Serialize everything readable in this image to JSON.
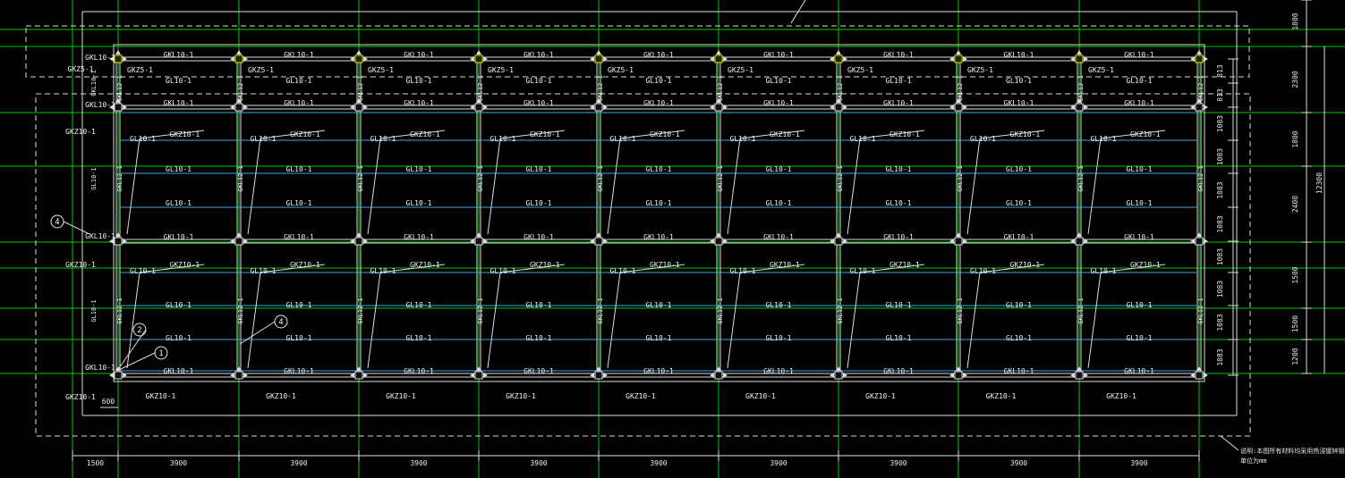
{
  "labels": {
    "beam_main": "GKL10-1",
    "beam_secondary": "GL10-1",
    "column_main": "GKZ10-1",
    "column_edge": "GKZ5-1",
    "vertical_beam": "GKL12-1",
    "vertical_beam_top": "GKL12-1",
    "side_beam": "GL10-1",
    "note_line1": "说明:本图所有材料均采用热浸镀锌钢材,具体做法详见设计说明",
    "note_line2": "单位为mm"
  },
  "callouts": [
    "4",
    "2",
    "1",
    "4"
  ],
  "dimensions": {
    "bottom": [
      "1500",
      "3900",
      "3900",
      "3900",
      "3900",
      "3900",
      "3900",
      "3900",
      "3900",
      "3900"
    ],
    "left_edge": "600",
    "right_inner": [
      "813",
      "813",
      "1083",
      "1083",
      "1083",
      "1083",
      "1083",
      "1083",
      "1083",
      "1083"
    ],
    "right_outer": [
      "1800",
      "2300",
      "1800",
      "2400",
      "1500",
      "1500",
      "1200"
    ],
    "right_total": "12300"
  },
  "colors": {
    "background": "#000000",
    "grid": "#00c800",
    "lines": "#dcdcdc",
    "beams": "#3fa9e6",
    "column_node": "#e6e600"
  }
}
